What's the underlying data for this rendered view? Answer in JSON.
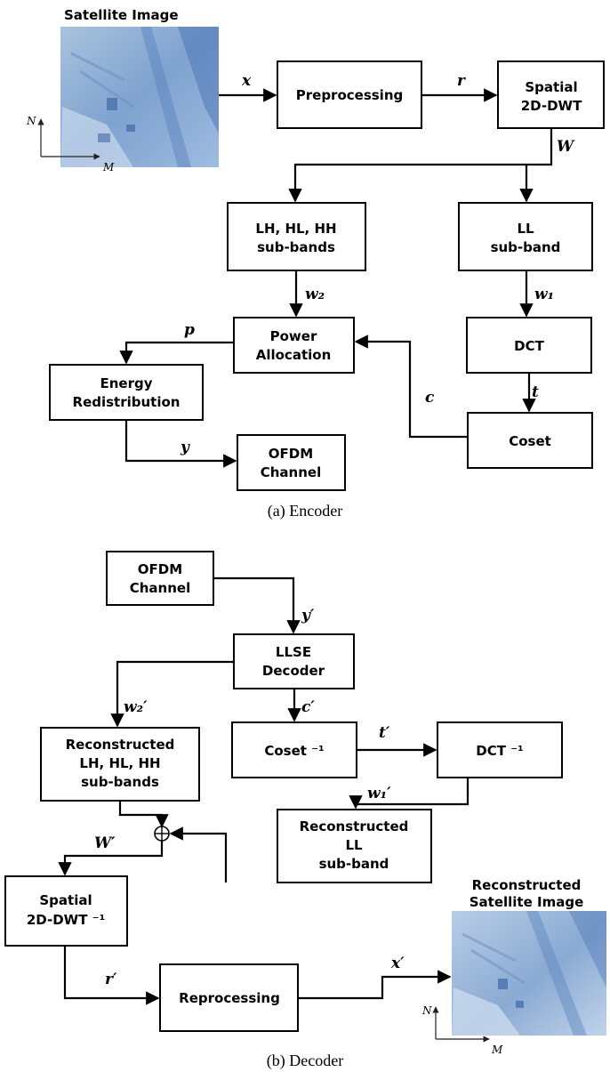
{
  "encoder": {
    "input_title": "Satellite Image",
    "axis_n": "N",
    "axis_m": "M",
    "boxes": {
      "preprocessing": [
        "Preprocessing"
      ],
      "spatial_dwt": [
        "Spatial",
        "2D-DWT"
      ],
      "high_subbands": [
        "LH, HL, HH",
        "sub-bands"
      ],
      "ll_subband": [
        "LL",
        "sub-band"
      ],
      "power_allocation": [
        "Power",
        "Allocation"
      ],
      "dct": [
        "DCT"
      ],
      "energy_redistribution": [
        "Energy",
        "Redistribution"
      ],
      "coset": [
        "Coset"
      ],
      "ofdm_channel": [
        "OFDM",
        "Channel"
      ]
    },
    "signals": {
      "x": "x",
      "r": "r",
      "W": "W",
      "w2": "w₂",
      "w1": "w₁",
      "p": "p",
      "c": "c",
      "t": "t",
      "y": "y"
    },
    "caption": "(a) Encoder"
  },
  "decoder": {
    "output_title": [
      "Reconstructed",
      "Satellite Image"
    ],
    "axis_n": "N",
    "axis_m": "M",
    "boxes": {
      "ofdm_channel": [
        "OFDM",
        "Channel"
      ],
      "llse_decoder": [
        "LLSE",
        "Decoder"
      ],
      "recon_high": [
        "Reconstructed",
        "LH, HL, HH",
        "sub-bands"
      ],
      "coset_inv": [
        "Coset ⁻¹"
      ],
      "dct_inv": [
        "DCT ⁻¹"
      ],
      "recon_ll": [
        "Reconstructed",
        "LL",
        "sub-band"
      ],
      "spatial_dwt_inv": [
        "Spatial",
        "2D-DWT ⁻¹"
      ],
      "reprocessing": [
        "Reprocessing"
      ]
    },
    "signals": {
      "y": "y′",
      "w2": "w₂′",
      "c": "c′",
      "t": "t′",
      "w1": "w₁′",
      "W": "W′",
      "r": "r′",
      "x": "x′"
    },
    "caption": "(b) Decoder"
  }
}
